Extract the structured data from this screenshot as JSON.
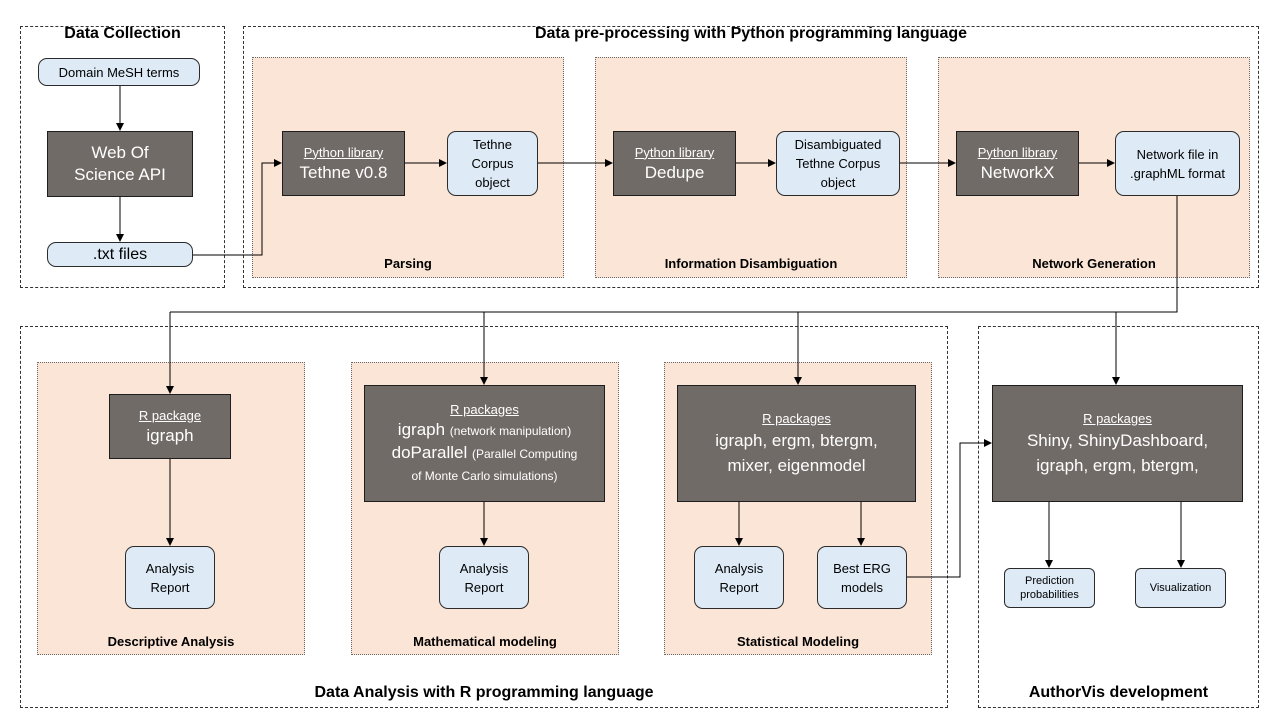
{
  "groups": {
    "data_collection": "Data Collection",
    "preprocessing": "Data pre-processing with Python programming language",
    "analysis": "Data Analysis with R programming language",
    "authorvis": "AuthorVis development"
  },
  "stages": {
    "parsing": "Parsing",
    "disambiguation": "Information Disambiguation",
    "network_generation": "Network Generation",
    "descriptive": "Descriptive Analysis",
    "mathematical": "Mathematical modeling",
    "statistical": "Statistical Modeling"
  },
  "nodes": {
    "mesh_terms": "Domain MeSH terms",
    "wos_api": "Web Of Science API",
    "txt_files": ".txt files",
    "tethne": {
      "label": "Python library",
      "name": "Tethne v0.8"
    },
    "tethne_corpus": "Tethne Corpus object",
    "dedupe": {
      "label": "Python library",
      "name": "Dedupe"
    },
    "disambiguated_corpus": "Disambiguated Tethne Corpus object",
    "networkx": {
      "label": "Python library",
      "name": "NetworkX"
    },
    "network_file": "Network file in .graphML format",
    "r_igraph": {
      "label": "R package",
      "name": "igraph"
    },
    "descriptive_report": "Analysis Report",
    "r_math": {
      "label": "R packages",
      "line1_main": "igraph",
      "line1_note": "(network manipulation)",
      "line2_main": "doParallel",
      "line2_note": "(Parallel Computing",
      "line3": "of Monte Carlo simulations)"
    },
    "math_report": "Analysis Report",
    "r_stat": {
      "label": "R packages",
      "line1": "igraph, ergm, btergm,",
      "line2": "mixer, eigenmodel"
    },
    "stat_report": "Analysis Report",
    "best_erg": "Best ERG models",
    "r_shiny": {
      "label": "R packages",
      "line1": "Shiny, ShinyDashboard,",
      "line2": "igraph, ergm, btergm,"
    },
    "prediction": "Prediction probabilities",
    "visualization": "Visualization"
  }
}
